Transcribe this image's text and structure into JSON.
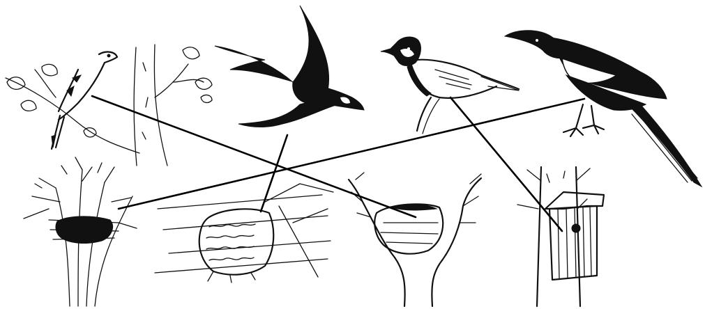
{
  "diagram": {
    "type": "matching",
    "ink_color": "#111111",
    "background": "#ffffff",
    "birds": [
      {
        "key": "chaffinch",
        "icon": "chaffinch-on-branch-icon"
      },
      {
        "key": "swallow",
        "icon": "swallow-in-flight-icon"
      },
      {
        "key": "great-tit",
        "icon": "great-tit-perched-icon"
      },
      {
        "key": "magpie",
        "icon": "magpie-standing-icon"
      }
    ],
    "nests": [
      {
        "key": "twig-nest",
        "icon": "twig-bush-nest-icon"
      },
      {
        "key": "mud-nest",
        "icon": "mud-nest-under-eaves-icon"
      },
      {
        "key": "fork-nest",
        "icon": "tree-fork-nest-icon"
      },
      {
        "key": "nest-box",
        "icon": "birdhouse-nest-box-icon"
      }
    ],
    "matches": [
      {
        "bird": "chaffinch",
        "nest": "fork-nest"
      },
      {
        "bird": "swallow",
        "nest": "mud-nest"
      },
      {
        "bird": "great-tit",
        "nest": "nest-box"
      },
      {
        "bird": "magpie",
        "nest": "twig-nest"
      }
    ]
  }
}
